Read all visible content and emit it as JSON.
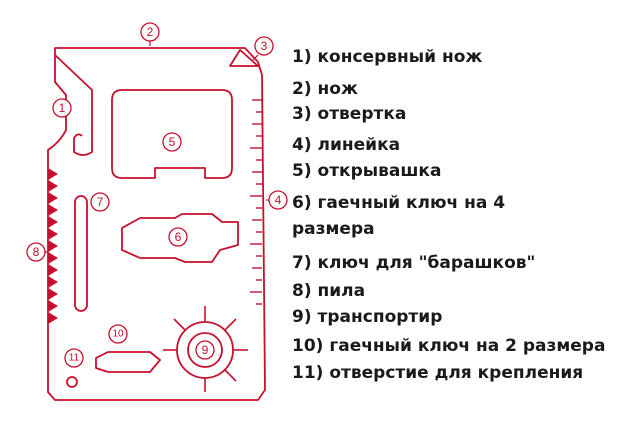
{
  "accent_color": "#c8102e",
  "text_color": "#1a1a1a",
  "callouts": [
    "1",
    "2",
    "3",
    "4",
    "5",
    "6",
    "7",
    "8",
    "9",
    "10",
    "11"
  ],
  "legend": [
    {
      "lines": [
        "1) консервный нож"
      ]
    },
    {
      "lines": [
        "2)  нож"
      ]
    },
    {
      "lines": [
        "3)  отвертка"
      ]
    },
    {
      "lines": [
        "4) линейка"
      ]
    },
    {
      "lines": [
        "5) открывашка"
      ]
    },
    {
      "lines": [
        "6)  гаечный ключ на 4",
        "      размера"
      ]
    },
    {
      "lines": [
        "7)  ключ   для \"барашков\""
      ]
    },
    {
      "lines": [
        "8) пила"
      ]
    },
    {
      "lines": [
        "9) транспортир"
      ]
    },
    {
      "lines": [
        "10) гаечный ключ на 2 размера"
      ]
    },
    {
      "lines": [
        "11) отверстие для крепления"
      ]
    }
  ]
}
